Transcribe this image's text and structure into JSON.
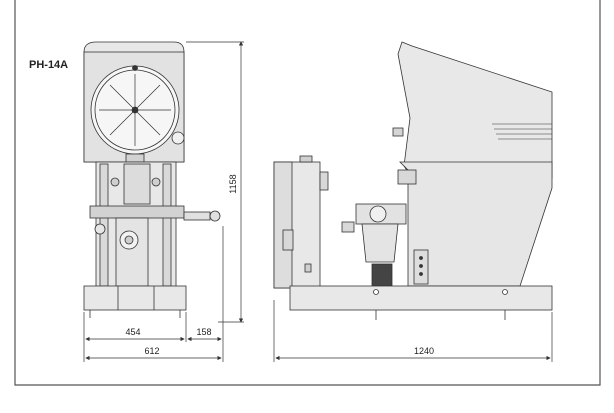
{
  "model": "PH-14A",
  "dimensions": {
    "front_width": "454",
    "side_extension": "158",
    "total_front_width": "612",
    "height": "1158",
    "side_length": "1240"
  },
  "colors": {
    "machine_fill": "#e8e8e8",
    "machine_dark": "#d2d2d2",
    "outline": "#333333",
    "border": "#555555"
  }
}
